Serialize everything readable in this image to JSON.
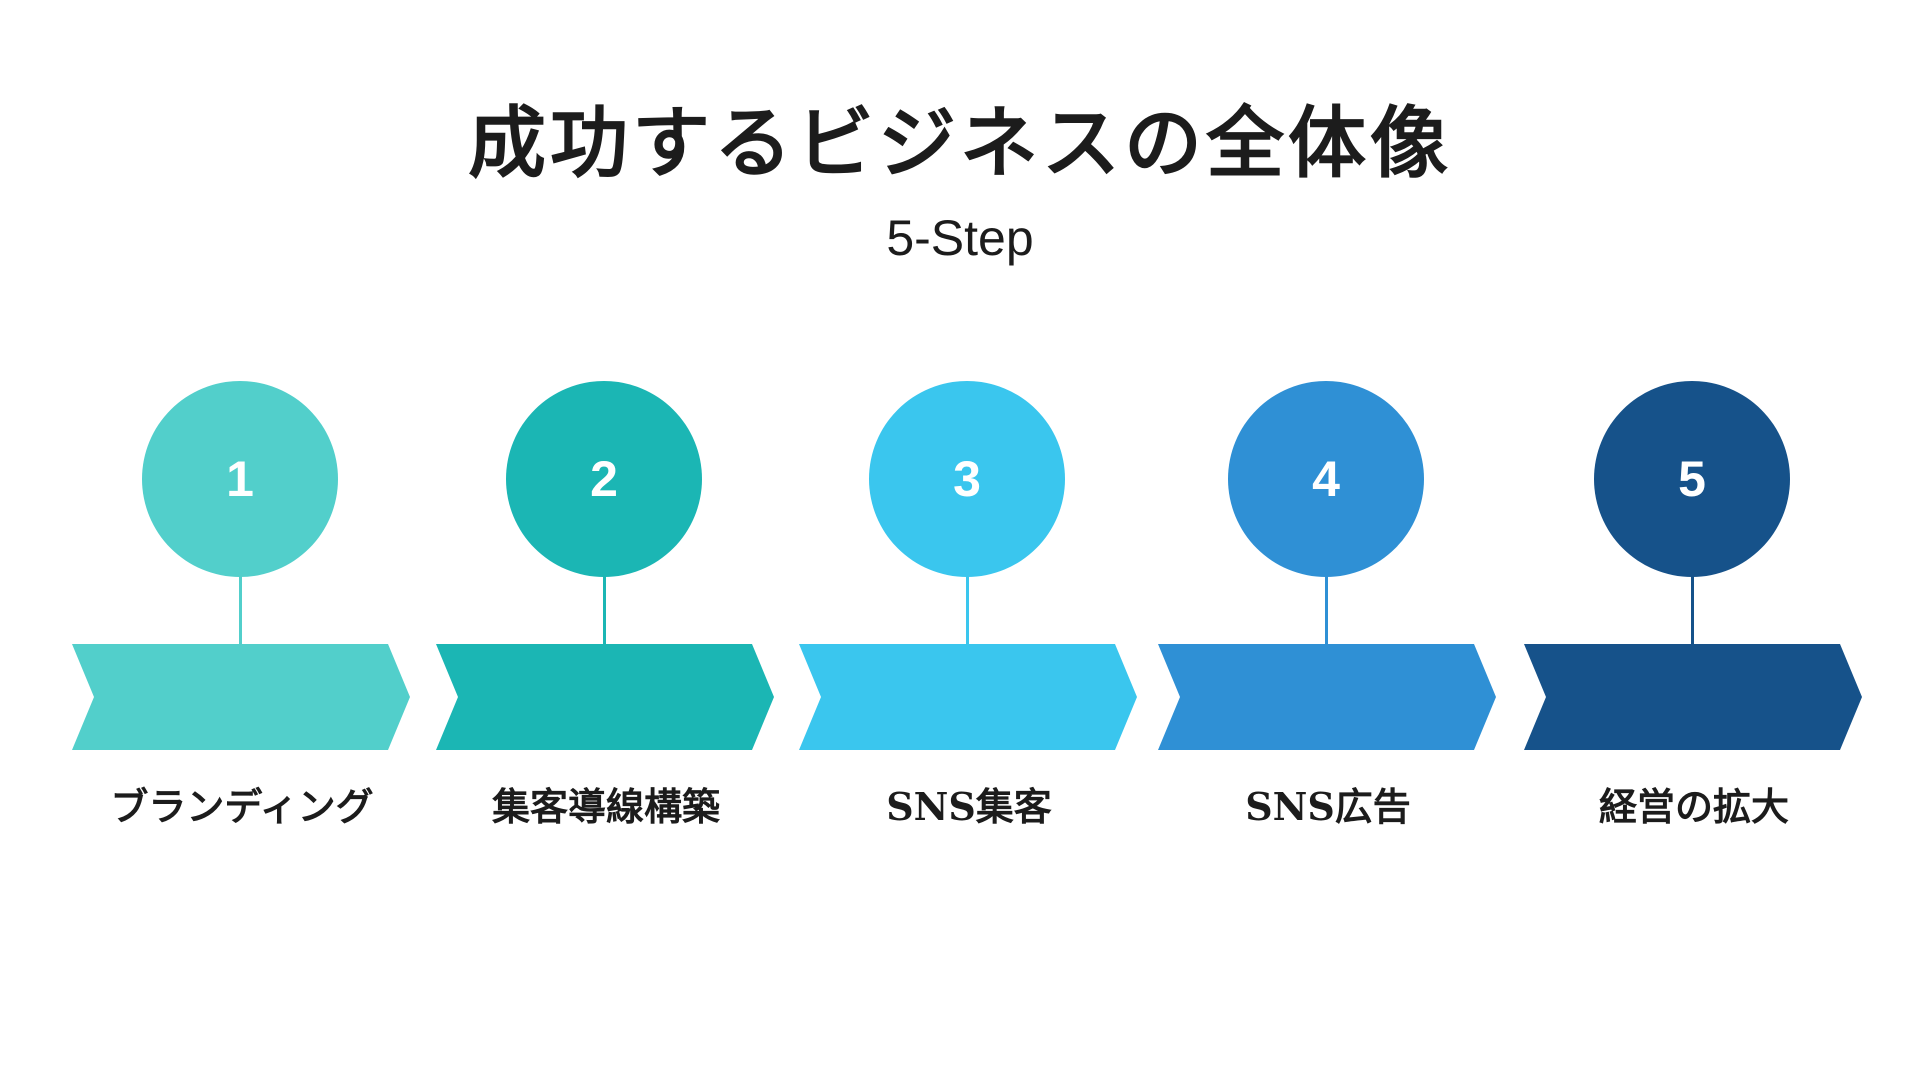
{
  "header": {
    "title": "成功するビジネスの全体像",
    "subtitle": "5-Step"
  },
  "steps": [
    {
      "number": "1",
      "label": "ブランディング",
      "color": "#52CFCB"
    },
    {
      "number": "2",
      "label": "集客導線構築",
      "color": "#1BB6B4"
    },
    {
      "number": "3",
      "label": "SNS集客",
      "color": "#3AC6EE"
    },
    {
      "number": "4",
      "label": "SNS広告",
      "color": "#2F90D5"
    },
    {
      "number": "5",
      "label": "経営の拡大",
      "color": "#16528A"
    }
  ]
}
